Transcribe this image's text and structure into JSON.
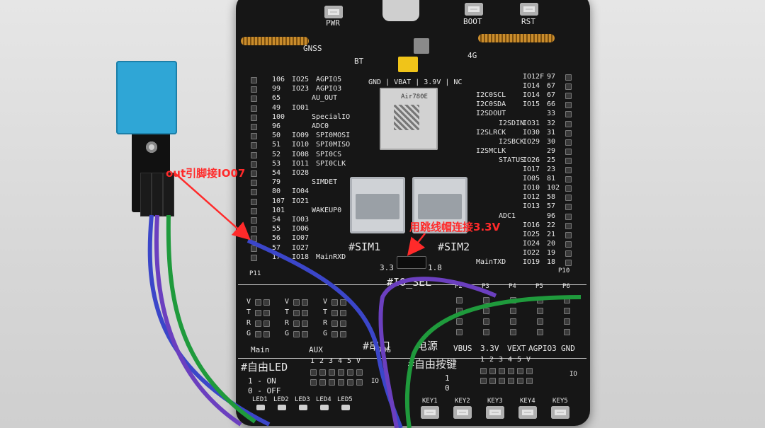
{
  "annotations": {
    "out_pin": "out引脚接IO07",
    "jumper": "用跳线帽连接3.3V"
  },
  "board": {
    "top": {
      "pwr": "PWR",
      "boot": "BOOT",
      "rst": "RST",
      "gnss": "GNSS",
      "bt": "BT",
      "lte": "4G",
      "power_sel": "GND | VBAT | 3.9V | NC",
      "module": "Air780E"
    },
    "left_pins": [
      {
        "num": "106",
        "io": "IO25",
        "fn": "AGPIO5"
      },
      {
        "num": "99",
        "io": "IO23",
        "fn": "AGPIO3"
      },
      {
        "num": "65",
        "io": "",
        "fn": "AU_OUT"
      },
      {
        "num": "49",
        "io": "IO01",
        "fn": ""
      },
      {
        "num": "100",
        "io": "",
        "fn": "SpecialIO"
      },
      {
        "num": "96",
        "io": "",
        "fn": "ADC0"
      },
      {
        "num": "50",
        "io": "IO09",
        "fn": "SPI0MOSI"
      },
      {
        "num": "51",
        "io": "IO10",
        "fn": "SPI0MISO"
      },
      {
        "num": "52",
        "io": "IO08",
        "fn": "SPI0CS"
      },
      {
        "num": "53",
        "io": "IO11",
        "fn": "SPI0CLK"
      },
      {
        "num": "54",
        "io": "IO28",
        "fn": ""
      },
      {
        "num": "79",
        "io": "",
        "fn": "SIMDET"
      },
      {
        "num": "80",
        "io": "IO04",
        "fn": ""
      },
      {
        "num": "107",
        "io": "IO21",
        "fn": ""
      },
      {
        "num": "101",
        "io": "",
        "fn": "WAKEUP0"
      },
      {
        "num": "54",
        "io": "IO03",
        "fn": ""
      },
      {
        "num": "55",
        "io": "IO06",
        "fn": ""
      },
      {
        "num": "56",
        "io": "IO07",
        "fn": ""
      },
      {
        "num": "57",
        "io": "IO27",
        "fn": ""
      },
      {
        "num": "17",
        "io": "IO18",
        "fn": "MainRXD"
      }
    ],
    "right_pins": [
      {
        "fn": "",
        "io": "IO12F",
        "num": "97"
      },
      {
        "fn": "",
        "io": "IO14",
        "num": "67"
      },
      {
        "fn": "I2C0SCL",
        "io": "IO14",
        "num": "67"
      },
      {
        "fn": "I2C0SDA",
        "io": "IO15",
        "num": "66"
      },
      {
        "fn": "I2SDOUT",
        "io": "",
        "num": "33"
      },
      {
        "fn": "I2SDIN",
        "io": "IO31",
        "num": "32"
      },
      {
        "fn": "I2SLRCK",
        "io": "IO30",
        "num": "31"
      },
      {
        "fn": "I2SBCK",
        "io": "IO29",
        "num": "30"
      },
      {
        "fn": "I2SMCLK",
        "io": "",
        "num": "29"
      },
      {
        "fn": "STATUS",
        "io": "IO26",
        "num": "25"
      },
      {
        "fn": "",
        "io": "IO17",
        "num": "23"
      },
      {
        "fn": "",
        "io": "IO05",
        "num": "81"
      },
      {
        "fn": "",
        "io": "IO10",
        "num": "102"
      },
      {
        "fn": "",
        "io": "IO12",
        "num": "58"
      },
      {
        "fn": "",
        "io": "IO13",
        "num": "57"
      },
      {
        "fn": "ADC1",
        "io": "",
        "num": "96"
      },
      {
        "fn": "",
        "io": "IO16",
        "num": "22"
      },
      {
        "fn": "",
        "io": "IO25",
        "num": "21"
      },
      {
        "fn": "",
        "io": "IO24",
        "num": "20"
      },
      {
        "fn": "",
        "io": "IO22",
        "num": "19"
      },
      {
        "fn": "MainTXD",
        "io": "IO19",
        "num": "18"
      }
    ],
    "sim": {
      "sim1": "#SIM1",
      "sim2": "#SIM2",
      "v33": "3.3",
      "v18": "1.8"
    },
    "p11": "P11",
    "p10": "P10",
    "io_sel": "#IO_SEL",
    "uart": {
      "groups": [
        "Main",
        "AUX",
        "DBG"
      ],
      "pins": [
        "V",
        "T",
        "R",
        "G"
      ],
      "section": "#串口",
      "power": "电源"
    },
    "power_hdr": {
      "labels": [
        "VBUS",
        "3.3V",
        "VEXT",
        "AGPIO3",
        "GND"
      ],
      "ports": [
        "P2",
        "P3",
        "P4",
        "P5",
        "P6"
      ]
    },
    "led": {
      "title": "#自由LED",
      "on": "1 - ON",
      "off": "0 - OFF",
      "cols": [
        "1",
        "2",
        "3",
        "4",
        "5",
        "V"
      ],
      "names": [
        "LED1",
        "LED2",
        "LED3",
        "LED4",
        "LED5"
      ],
      "io": "IO"
    },
    "keys": {
      "title": "#自由按键",
      "legend1": "1",
      "legend0": "0",
      "cols": [
        "1",
        "2",
        "3",
        "4",
        "5",
        "V"
      ],
      "names": [
        "KEY1",
        "KEY2",
        "KEY3",
        "KEY4",
        "KEY5"
      ],
      "io": "IO"
    }
  },
  "colors": {
    "annotation": "#ff2a2a",
    "wire_blue": "#3b46c9",
    "wire_purple": "#6b3fbf",
    "wire_green": "#1f9a3c",
    "sensor": "#2fa6d6",
    "pcb": "#161616"
  }
}
